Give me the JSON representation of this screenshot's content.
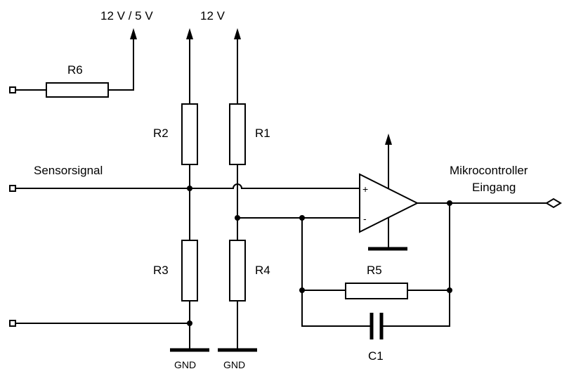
{
  "labels": {
    "supply_switchable": "12 V / 5 V",
    "supply_12v": "12 V",
    "sensor_signal": "Sensorsignal",
    "output_line1": "Mikrocontroller",
    "output_line2": "Eingang",
    "gnd_left": "GND",
    "gnd_right": "GND",
    "opamp_plus": "+",
    "opamp_minus": "-"
  },
  "components": {
    "r1": "R1",
    "r2": "R2",
    "r3": "R3",
    "r4": "R4",
    "r5": "R5",
    "r6": "R6",
    "c1": "C1"
  }
}
